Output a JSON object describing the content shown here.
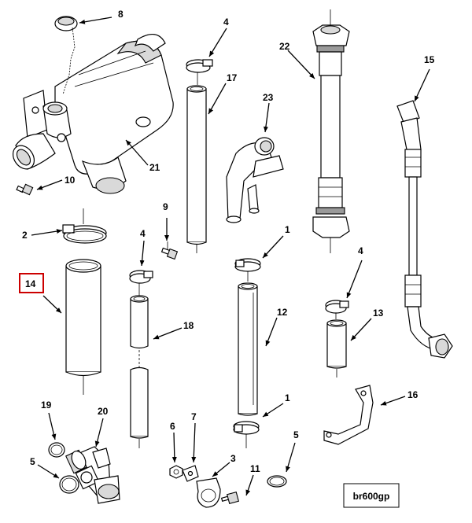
{
  "callouts": {
    "c1a": "1",
    "c1b": "1",
    "c2": "2",
    "c3": "3",
    "c4a": "4",
    "c4b": "4",
    "c4c": "4",
    "c5a": "5",
    "c5b": "5",
    "c6": "6",
    "c7": "7",
    "c8": "8",
    "c9": "9",
    "c10": "10",
    "c11": "11",
    "c12": "12",
    "c13": "13",
    "c14": "14",
    "c15": "15",
    "c16": "16",
    "c17": "17",
    "c18": "18",
    "c19": "19",
    "c20": "20",
    "c21": "21",
    "c22": "22",
    "c23": "23"
  },
  "diagram_id": "br600gp",
  "highlight_color": "#cc0000"
}
